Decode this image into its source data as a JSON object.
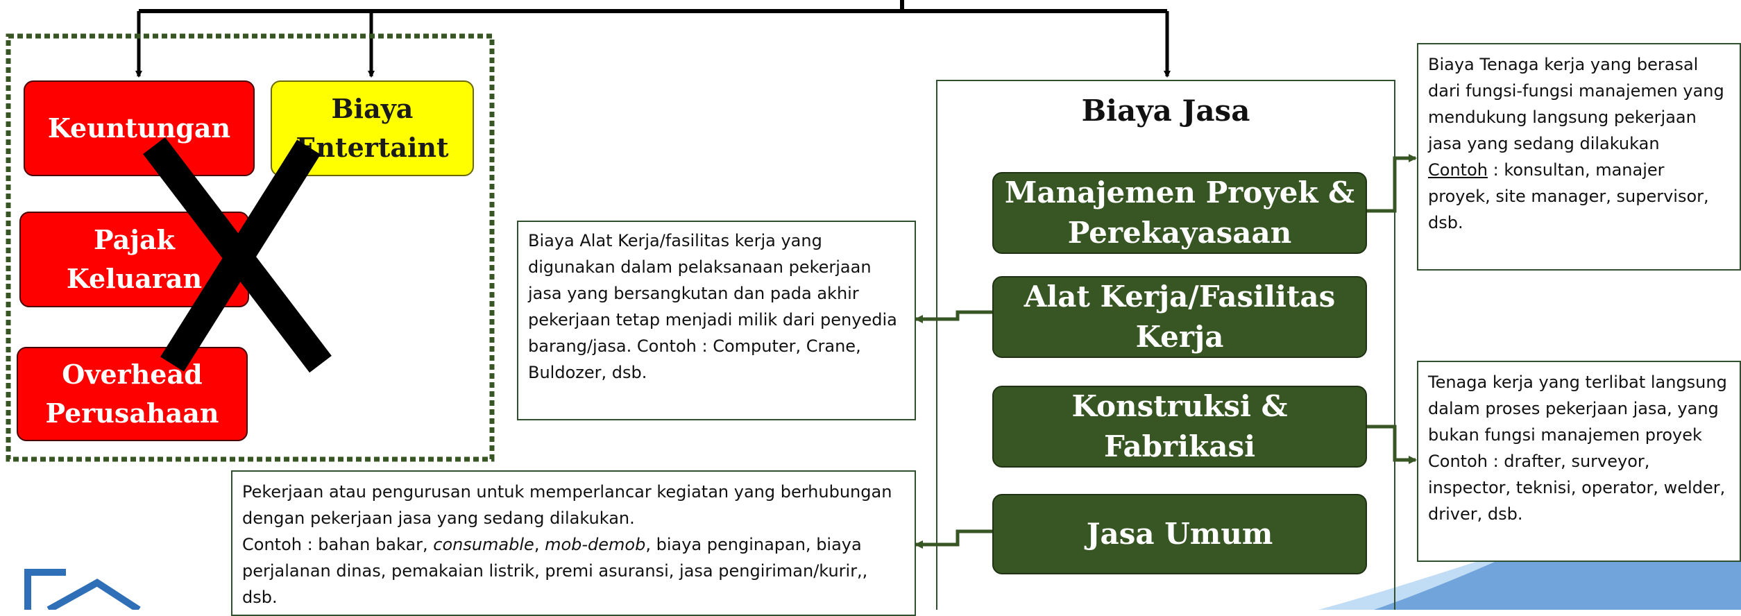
{
  "excluded_group": {
    "items": [
      {
        "label": "Keuntungan"
      },
      {
        "label": "Biaya\nEntertaint"
      },
      {
        "label": "Pajak\nKeluaran"
      },
      {
        "label": "Overhead\nPerusahaan"
      }
    ]
  },
  "biaya_jasa": {
    "title": "Biaya Jasa",
    "items": [
      {
        "label": "Manajemen Proyek &\nPerekayasaan"
      },
      {
        "label": "Alat Kerja/Fasilitas\nKerja"
      },
      {
        "label": "Konstruksi &\nFabrikasi"
      },
      {
        "label": "Jasa Umum"
      }
    ]
  },
  "notes": {
    "manajemen": {
      "text": "Biaya Tenaga kerja yang berasal dari fungsi-fungsi manajemen yang mendukung langsung pekerjaan jasa yang sedang dilakukan",
      "example_label": "Contoh",
      "example_text": " : konsultan, manajer proyek, site manager, supervisor, dsb."
    },
    "alat": {
      "text": "Biaya Alat Kerja/fasilitas kerja yang digunakan dalam pelaksanaan pekerjaan jasa yang bersangkutan dan pada akhir pekerjaan tetap menjadi milik dari penyedia barang/jasa. Contoh : Computer, Crane, Buldozer, dsb."
    },
    "konstruksi": {
      "text": "Tenaga kerja yang terlibat langsung dalam proses pekerjaan jasa, yang bukan fungsi manajemen proyek Contoh : drafter, surveyor, inspector, teknisi, operator, welder, driver, dsb."
    },
    "umum": {
      "line1": "Pekerjaan atau pengurusan untuk memperlancar kegiatan yang berhubungan dengan pekerjaan jasa yang sedang dilakukan.",
      "prefix": "Contoh : bahan bakar, ",
      "italic1": "consumable",
      "sep": ", ",
      "italic2": "mob-demob",
      "suffix": ", biaya penginapan, biaya perjalanan dinas, pemakaian listrik, premi asuransi, jasa pengiriman/kurir,, dsb."
    }
  },
  "colors": {
    "excluded_fill": "#ff0000",
    "entertain_fill": "#ffff00",
    "jasa_fill": "#375623",
    "dashed_border": "#375623",
    "corner_band": "#2f6fb8"
  }
}
